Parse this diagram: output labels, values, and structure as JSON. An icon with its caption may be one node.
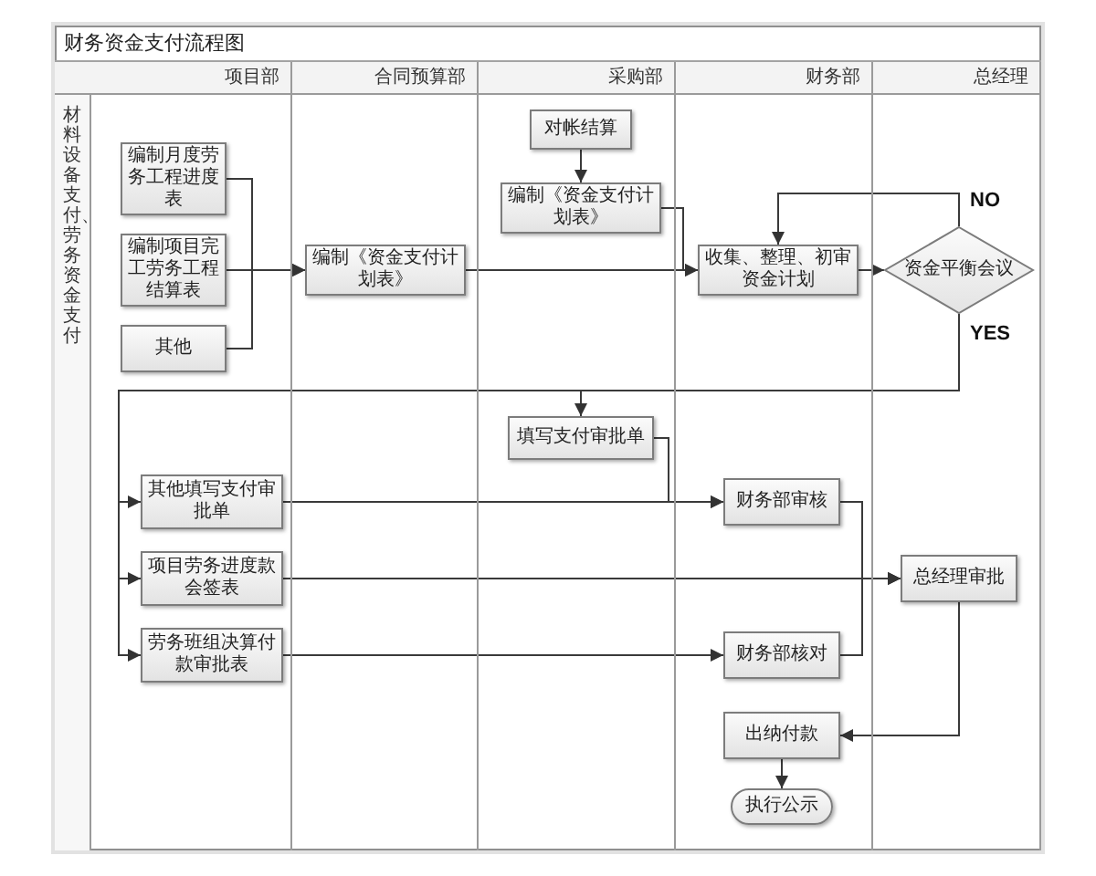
{
  "diagram": {
    "title": "财务资金支付流程图",
    "nodes": [
      {
        "text": [
          "材料设备支付、劳务资金支付"
        ]
      },
      {
        "text": [
          "项目部"
        ]
      },
      {
        "text": [
          "编制月度劳务工程进度表"
        ],
        "in": 1
      },
      {
        "text": [
          "编制项目完工劳务工程结算表"
        ],
        "in": 1
      },
      {
        "text": [
          "其他"
        ],
        "in": 1
      },
      {
        "text": [
          "其他填写支付审批单"
        ],
        "in": 1
      },
      {
        "text": [
          "项目劳务进度款会签表"
        ],
        "in": 1
      },
      {
        "text": [
          "劳务班组决算付款审批表"
        ],
        "in": 1
      },
      {
        "text": [
          "合同预算部"
        ]
      },
      {
        "text": [
          "编制《资金支付计划表》"
        ],
        "in": 8
      },
      {
        "text": [
          "采购部"
        ]
      },
      {
        "text": [
          "对帐结算"
        ],
        "in": 10
      },
      {
        "text": [
          "编制《资金支付计划表》"
        ],
        "in": 10
      },
      {
        "text": [
          "填写支付审批单"
        ],
        "in": 10
      },
      {
        "text": [
          "财务部"
        ]
      },
      {
        "text": [
          "收集、整理、初审资金计划"
        ],
        "in": 14
      },
      {
        "text": [
          "财务部审核"
        ],
        "in": 14
      },
      {
        "text": [
          "财务部核对"
        ],
        "in": 14
      },
      {
        "text": [
          "出纳付款"
        ],
        "in": 14
      },
      {
        "text": [
          "执行公示"
        ],
        "in": 14
      },
      {
        "text": [
          "总经理"
        ]
      },
      {
        "text": [
          "资金平衡会议"
        ],
        "in": 20
      },
      {
        "text": [
          "总经理审批"
        ],
        "in": 20
      }
    ],
    "edges": [
      {
        "from": 2,
        "to": 9,
        "arrow": "to"
      },
      {
        "from": 3,
        "to": 9,
        "arrow": "to"
      },
      {
        "from": 4,
        "to": 9,
        "arrow": "to"
      },
      {
        "from": 11,
        "to": 12,
        "arrow": "to"
      },
      {
        "from": 9,
        "to": 15,
        "arrow": "to"
      },
      {
        "from": 12,
        "to": 15,
        "arrow": "to"
      },
      {
        "from": 15,
        "to": 21,
        "arrow": "to"
      },
      {
        "from": 21,
        "to": 15,
        "arrow": "to",
        "label": "NO"
      },
      {
        "from": 21,
        "to": 13,
        "arrow": "to",
        "label": "YES"
      },
      {
        "from": 21,
        "to": 5,
        "arrow": "to"
      },
      {
        "from": 21,
        "to": 6,
        "arrow": "to"
      },
      {
        "from": 21,
        "to": 7,
        "arrow": "to"
      },
      {
        "from": 5,
        "to": 16,
        "arrow": "to"
      },
      {
        "from": 13,
        "to": 16,
        "arrow": "to"
      },
      {
        "from": 6,
        "to": 22,
        "arrow": "to"
      },
      {
        "from": 16,
        "to": 22,
        "arrow": "to"
      },
      {
        "from": 17,
        "to": 22,
        "arrow": "to"
      },
      {
        "from": 7,
        "to": 17,
        "arrow": "to"
      },
      {
        "from": 22,
        "to": 18,
        "arrow": "to"
      },
      {
        "from": 18,
        "to": 19,
        "arrow": "to"
      }
    ]
  }
}
